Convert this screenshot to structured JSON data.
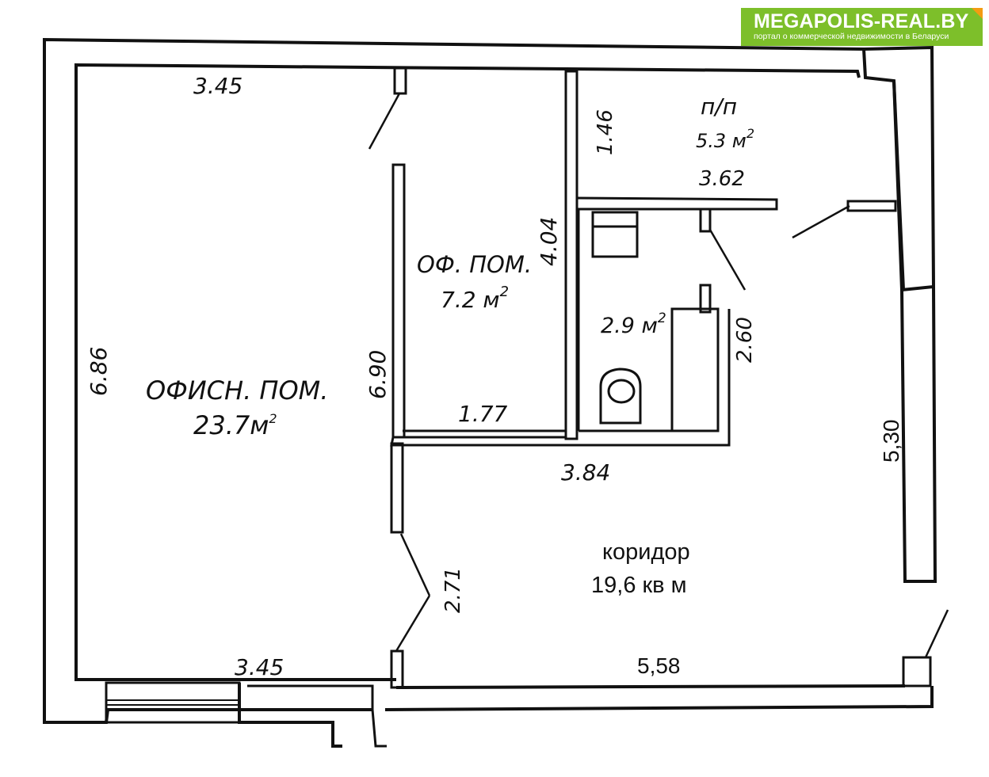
{
  "logo": {
    "title": "MEGAPOLIS-REAL.BY",
    "subtitle": "портал о коммерческой недвижимости в Беларуси",
    "bg_color": "#7dbf2a",
    "corner_color": "#f39c12"
  },
  "rooms": {
    "office_main": {
      "name": "ОФИСН. ПОМ.",
      "area": "23.7м",
      "area_sup": "2"
    },
    "office_small": {
      "name": "ОФ. ПОМ.",
      "area": "7.2 м",
      "area_sup": "2"
    },
    "storage": {
      "name": "п/п",
      "area": "5.3 м",
      "area_sup": "2"
    },
    "bathroom": {
      "area": "2.9 м",
      "area_sup": "2"
    },
    "corridor": {
      "name": "коридор",
      "area": "19,6 кв м"
    }
  },
  "dimensions": {
    "office_main_top": "3.45",
    "office_main_bottom": "3.45",
    "office_main_left": "6.86",
    "office_main_right": "6.90",
    "office_small_width": "1.77",
    "office_small_height": "4.04",
    "storage_height": "1.46",
    "storage_width": "3.62",
    "bathroom_height": "2.60",
    "corridor_top": "3.84",
    "corridor_door": "2.71",
    "corridor_right": "5,30",
    "corridor_bottom": "5,58"
  }
}
